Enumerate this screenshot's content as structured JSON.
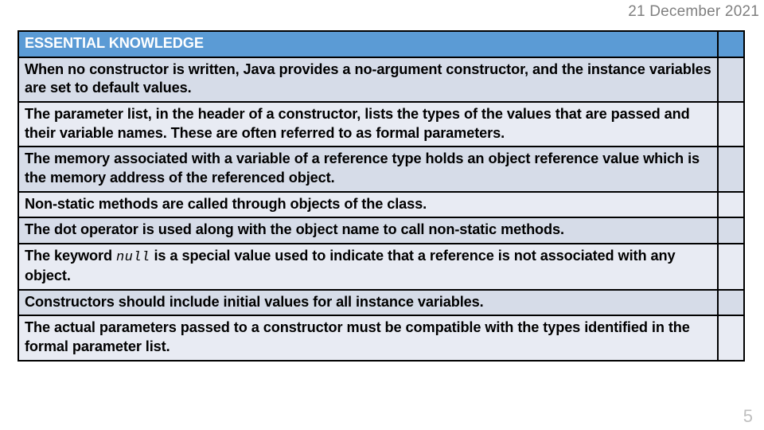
{
  "slide": {
    "date": "21 December 2021",
    "page_number": "5",
    "accent_color": "#5B9BD5",
    "row_dark_color": "#D6DCE8",
    "row_light_color": "#E8EBF3",
    "border_color": "#000000",
    "date_color": "#808080",
    "page_number_color": "#BFBFBF"
  },
  "table": {
    "header": "ESSENTIAL KNOWLEDGE",
    "rows": [
      {
        "text": "When no constructor is written, Java provides a no-argument constructor, and the instance variables are set to default values."
      },
      {
        "text": "The parameter list, in the header of a constructor, lists the types of the values that are passed and their variable names. These are often referred to as formal parameters."
      },
      {
        "text": "The memory associated with a variable of a reference type holds an object reference value which is the memory address of the referenced object."
      },
      {
        "text": "Non-static methods are called through objects of the class."
      },
      {
        "text": "The dot operator is used along with the object name to call non-static methods."
      },
      {
        "prefix": "The keyword ",
        "code": "null",
        "suffix": " is a special value used to indicate that a reference is not associated with any object."
      },
      {
        "text": "Constructors should include initial values for all instance variables."
      },
      {
        "text": "The actual parameters passed to a constructor must be compatible with the types identified in the formal parameter list."
      }
    ]
  }
}
